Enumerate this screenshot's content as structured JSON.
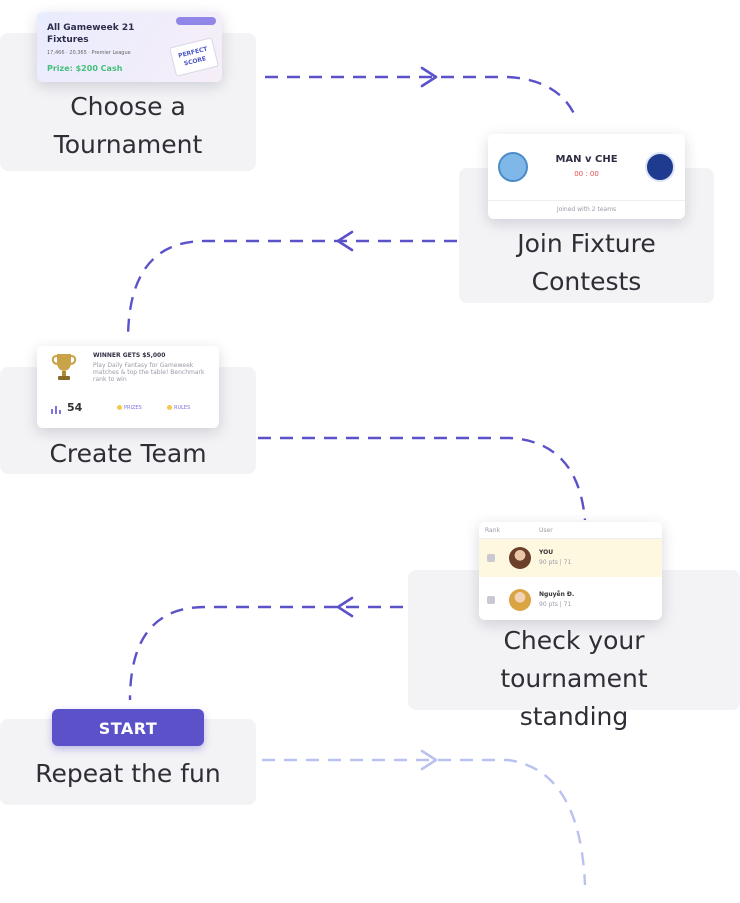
{
  "steps": {
    "choose_tournament": "Choose a Tournament",
    "join_fixture": "Join Fixture Contests",
    "create_team": "Create Team",
    "check_standing": "Check your tournament standing",
    "repeat": "Repeat the fun"
  },
  "start_button": "START",
  "cards": {
    "tournament": {
      "title": "All Gameweek 21 Fixtures",
      "subtitle": "17,466 · 20,365 · Premier League",
      "prize": "Prize: $200 Cash",
      "ticket": "PERFECT SCORE"
    },
    "fixture": {
      "match": "MAN v CHE",
      "timer": "00 : 00",
      "footer": "Joined with 2 teams"
    },
    "team": {
      "title": "WINNER GETS $5,000",
      "description": "Play Daily Fantasy for Gameweek matches & top the table! Benchmark rank to win",
      "stat": "54",
      "chip_1": "PRIZES",
      "chip_2": "RULES"
    },
    "standing": {
      "rank_header": "Rank",
      "user_header": "User",
      "you_name": "YOU",
      "you_meta": "90 pts | 71",
      "other_name": "Nguyễn Đ.",
      "other_meta": "90 pts | 71"
    }
  },
  "colors": {
    "accent": "#5b52c9",
    "connector": "#5b52c9",
    "connector_faded": "#b9c1f1",
    "step_bg": "#f3f3f5"
  }
}
